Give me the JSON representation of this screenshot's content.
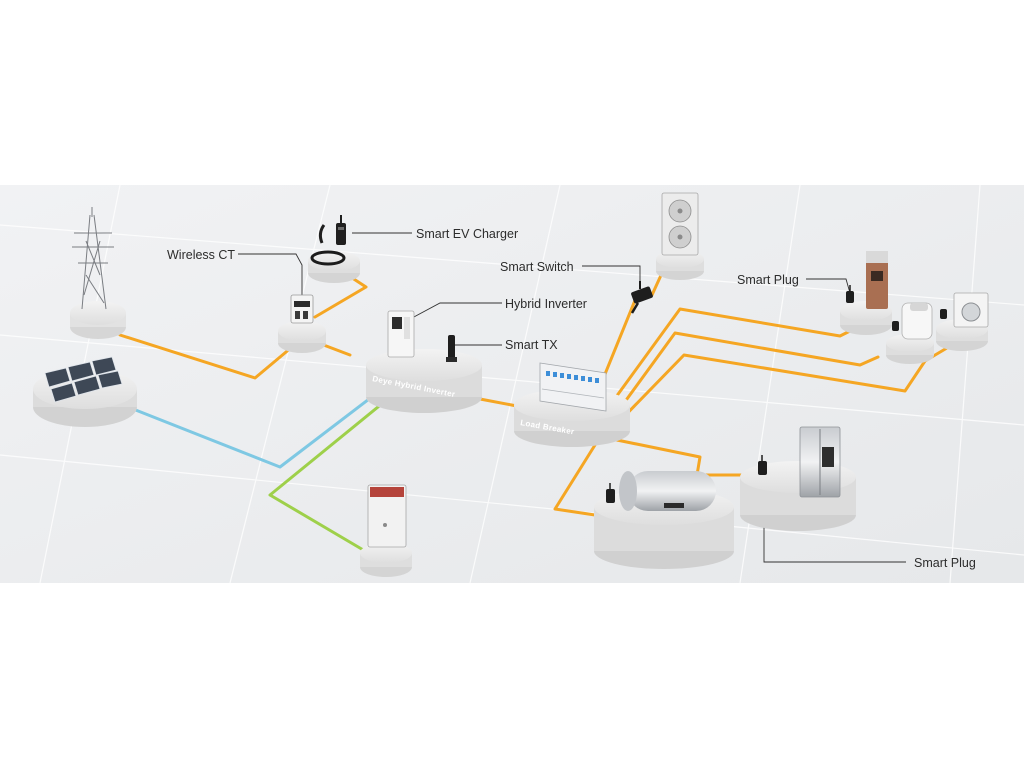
{
  "labels": {
    "wireless_ct": "Wireless CT",
    "smart_ev_charger": "Smart EV Charger",
    "smart_switch": "Smart Switch",
    "hybrid_inverter": "Hybrid Inverter",
    "smart_tx": "Smart TX",
    "smart_plug_top": "Smart Plug",
    "smart_plug_bottom": "Smart Plug"
  },
  "platform_text": {
    "inverter": "Deye Hybrid Inverter",
    "breaker": "Load Breaker"
  },
  "colors": {
    "power_line": "#f5a623",
    "grid_to_pv_line": "#7ec8e3",
    "battery_line": "#9ed04a",
    "platform": "#e6e6e6",
    "background": "#eef0f2"
  },
  "icons": [
    "transmission-tower-icon",
    "solar-panel-icon",
    "ct-meter-icon",
    "ev-charger-icon",
    "hybrid-inverter-icon",
    "smart-tx-antenna-icon",
    "battery-icon",
    "load-breaker-icon",
    "smart-switch-icon",
    "outdoor-ac-unit-icon",
    "water-dispenser-icon",
    "dehumidifier-icon",
    "washing-machine-icon",
    "water-heater-icon",
    "refrigerator-icon",
    "smart-plug-icon"
  ]
}
